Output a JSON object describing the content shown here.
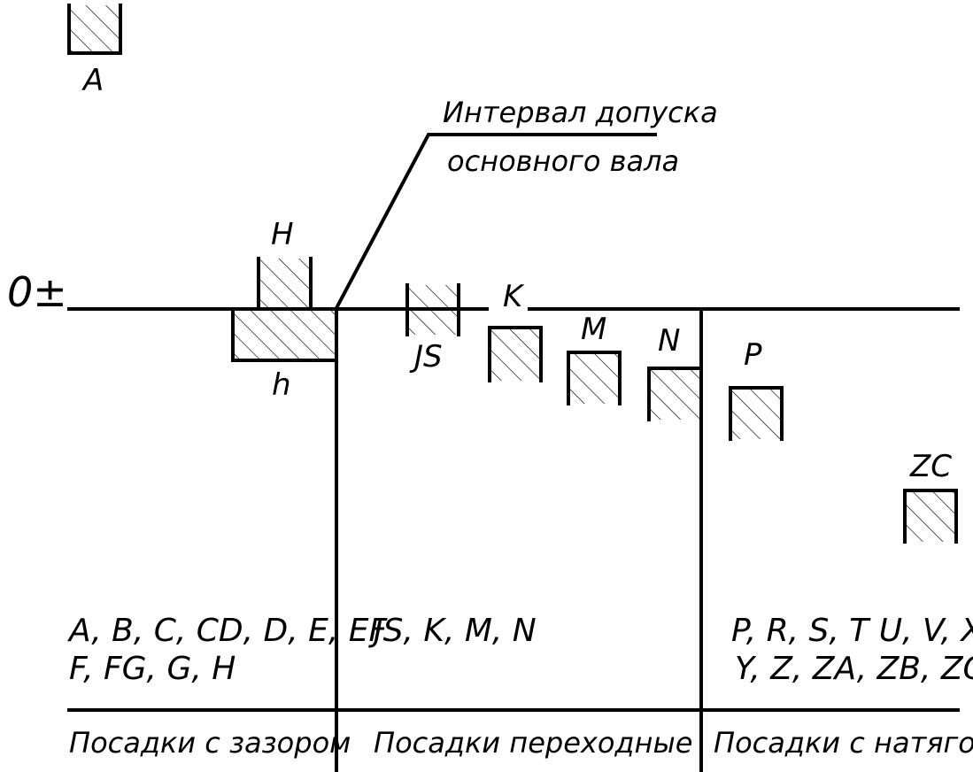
{
  "diagram": {
    "zero_line_label": "0±",
    "note_line1": "Интервал допуска",
    "note_line2": "основного вала",
    "fields": {
      "A": "A",
      "H": "H",
      "h": "h",
      "JS": "JS",
      "K": "K",
      "M": "M",
      "N": "N",
      "P": "P",
      "ZC": "ZC"
    },
    "groups": {
      "clearance_line1": "A, B, C, CD, D, E, EF",
      "clearance_line2": "F, FG, G, H",
      "transition_line1": "JS, K, M, N",
      "interference_line1": "P, R, S, T U, V, X",
      "interference_line2": "Y, Z, ZA, ZB, ZC"
    },
    "titles": {
      "clearance": "Посадки с зазором",
      "transition": "Посадки переходные",
      "interference": "Посадки с натягом"
    }
  }
}
